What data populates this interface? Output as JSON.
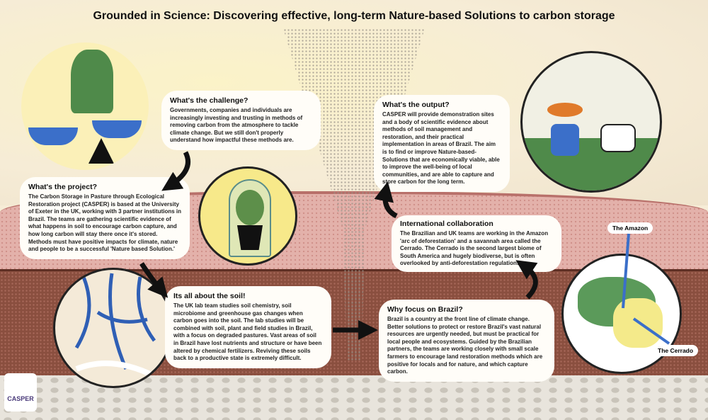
{
  "title": "Grounded in Science: Discovering effective, long-term Nature-based Solutions to carbon storage",
  "sections": {
    "challenge": {
      "heading": "What's the challenge?",
      "body": "Governments, companies and individuals are increasingly investing and trusting in methods of removing carbon from the atmosphere to tackle climate change. But we still don't properly understand how impactful these methods are."
    },
    "project": {
      "heading": "What's the project?",
      "body": "The Carbon Storage in Pasture through Ecological Restoration project (CASPER) is based at the University of Exeter in the UK, working with 3 partner institutions in Brazil. The teams are gathering scientific evidence of what happens in soil to encourage carbon capture, and how long carbon will stay there once it's stored. Methods must have positive impacts for climate, nature and people to be a successful 'Nature based Solution.'"
    },
    "soil": {
      "heading": "Its all about the soil!",
      "body": "The UK lab team studies soil chemistry, soil microbiome and greenhouse gas changes when carbon goes into the soil. The lab studies will be combined with soil, plant and field studies in Brazil, with a focus on degraded pastures. Vast areas of soil in Brazil have lost nutrients and structure or have been altered by chemical fertilizers. Reviving these soils back to a productive state is extremely difficult."
    },
    "brazil": {
      "heading": "Why focus on Brazil?",
      "body": "Brazil is a country at the front line of climate change. Better solutions to protect or restore Brazil's vast natural resources are urgently needed, but must be practical for local people and ecosystems. Guided by the Brazilian partners, the teams are working closely with small scale farmers to encourage land restoration methods which are positive for locals and for nature, and which capture carbon."
    },
    "collaboration": {
      "heading": "International collaboration",
      "body": "The Brazilian and UK teams are working in the Amazon 'arc of deforestation' and a savannah area called the Cerrado. The Cerrado is the second largest biome of South America and hugely biodiverse, but is often overlooked by anti-deforestation regulations."
    },
    "output": {
      "heading": "What's the output?",
      "body": "CASPER will provide demonstration sites and a body of scientific evidence about methods of soil management and restoration, and their practical implementation in areas of Brazil. The aim is to find or improve Nature-based-Solutions that are economically viable, able to improve the well-being of local communities, and are able to capture and store carbon for the long term."
    }
  },
  "map": {
    "amazon_label": "The Amazon",
    "cerrado_label": "The Cerrado"
  },
  "logo": {
    "text": "CASPER"
  },
  "colors": {
    "amazon": "#5b9a5a",
    "cerrado": "#f4ea8a",
    "arrow": "#3b6fc9"
  }
}
